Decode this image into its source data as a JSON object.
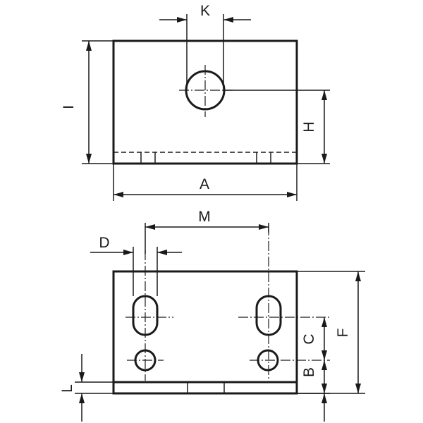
{
  "drawing": {
    "line_color": "#1a1a1a",
    "background": "#ffffff",
    "top_view": {
      "labels": {
        "K": "K",
        "I": "I",
        "H": "H",
        "A": "A"
      }
    },
    "front_view": {
      "labels": {
        "M": "M",
        "D": "D",
        "C": "C",
        "B": "B",
        "F": "F",
        "L": "L"
      }
    }
  }
}
